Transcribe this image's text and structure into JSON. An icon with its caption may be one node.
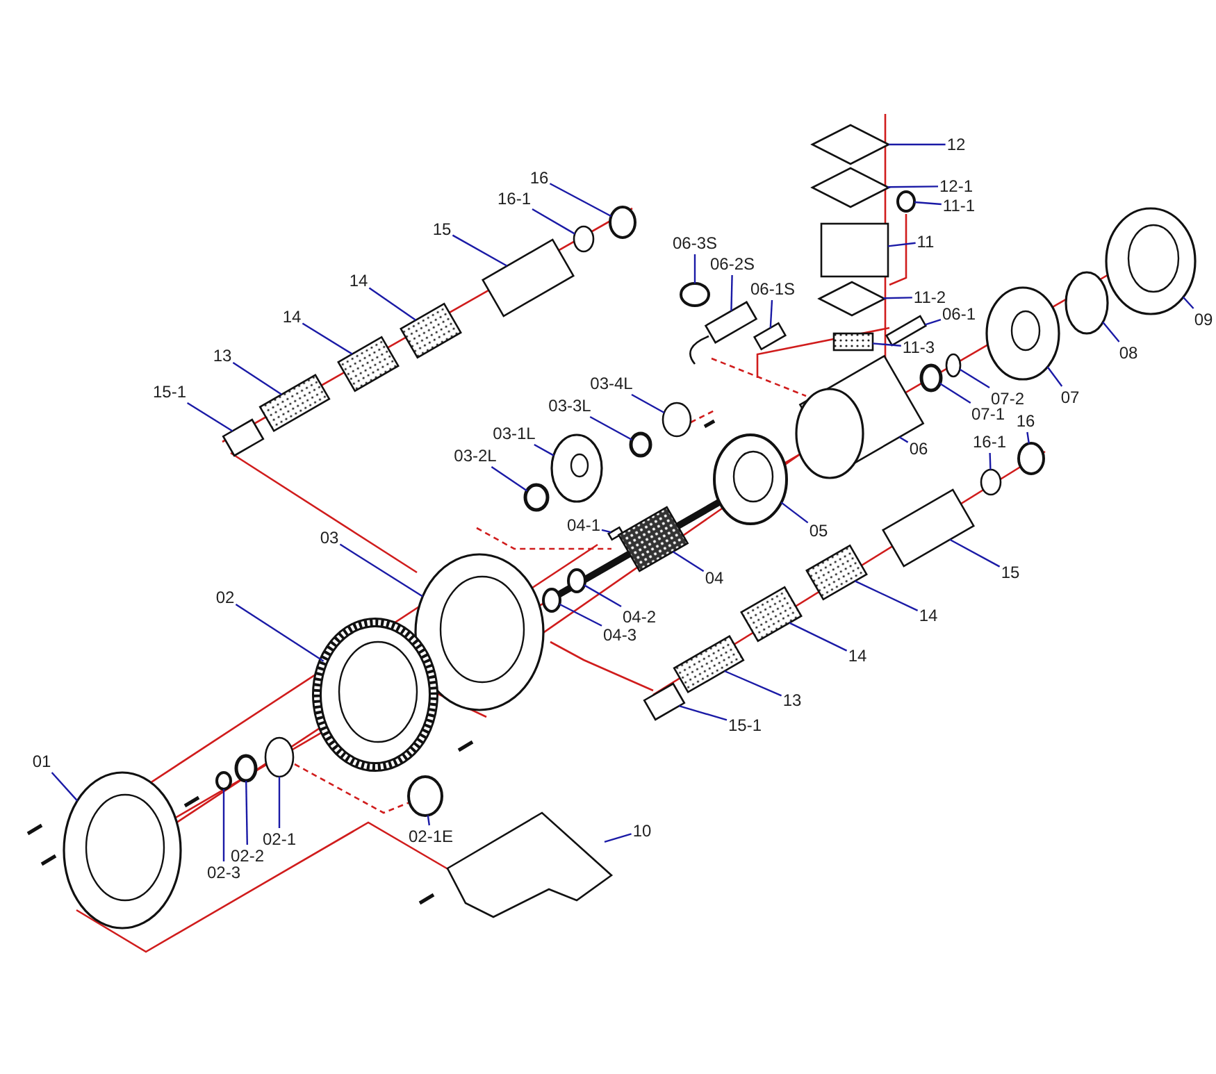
{
  "diagram": {
    "nodes": [
      {
        "text": [
          "12"
        ]
      },
      {
        "text": [
          "16"
        ]
      },
      {
        "text": [
          "12-1"
        ]
      },
      {
        "text": [
          "16-1"
        ]
      },
      {
        "text": [
          "11-1"
        ]
      },
      {
        "text": [
          "15"
        ]
      },
      {
        "text": [
          "11"
        ]
      },
      {
        "text": [
          "06-3S"
        ]
      },
      {
        "text": [
          "06-2S"
        ]
      },
      {
        "text": [
          "14"
        ]
      },
      {
        "text": [
          "06-1S"
        ]
      },
      {
        "text": [
          "09"
        ]
      },
      {
        "text": [
          "11-2"
        ]
      },
      {
        "text": [
          "14"
        ]
      },
      {
        "text": [
          "06-1"
        ]
      },
      {
        "text": [
          "08"
        ]
      },
      {
        "text": [
          "11-3"
        ]
      },
      {
        "text": [
          "13"
        ]
      },
      {
        "text": [
          "07"
        ]
      },
      {
        "text": [
          "03-4L"
        ]
      },
      {
        "text": [
          "15-1"
        ]
      },
      {
        "text": [
          "07-2"
        ]
      },
      {
        "text": [
          "03-3L"
        ]
      },
      {
        "text": [
          "07-1"
        ]
      },
      {
        "text": [
          "16"
        ]
      },
      {
        "text": [
          "03-1L"
        ]
      },
      {
        "text": [
          "16-1"
        ]
      },
      {
        "text": [
          "06"
        ]
      },
      {
        "text": [
          "03-2L"
        ]
      },
      {
        "text": [
          "04-1"
        ]
      },
      {
        "text": [
          "05"
        ]
      },
      {
        "text": [
          "03"
        ]
      },
      {
        "text": [
          "15"
        ]
      },
      {
        "text": [
          "04"
        ]
      },
      {
        "text": [
          "02"
        ]
      },
      {
        "text": [
          "04-2"
        ]
      },
      {
        "text": [
          "14"
        ]
      },
      {
        "text": [
          "04-3"
        ]
      },
      {
        "text": [
          "14"
        ]
      },
      {
        "text": [
          "13"
        ]
      },
      {
        "text": [
          "15-1"
        ]
      },
      {
        "text": [
          "01"
        ]
      },
      {
        "text": [
          "02-1E"
        ]
      },
      {
        "text": [
          "02-1"
        ]
      },
      {
        "text": [
          "10"
        ]
      },
      {
        "text": [
          "02-2"
        ]
      },
      {
        "text": [
          "02-3"
        ]
      },
      {
        "text": [],
        "shape": "diamond"
      },
      {
        "text": [],
        "shape": "circle"
      },
      {
        "text": [],
        "shape": "diamond"
      },
      {
        "text": [],
        "shape": "circle"
      },
      {
        "text": [],
        "shape": "circle"
      },
      {
        "text": [],
        "shape": "box"
      },
      {
        "text": [],
        "shape": "box"
      },
      {
        "text": [],
        "shape": "circle"
      },
      {
        "text": [],
        "shape": "box"
      },
      {
        "text": [],
        "shape": "box"
      },
      {
        "text": [],
        "shape": "box"
      },
      {
        "text": [],
        "shape": "circle"
      },
      {
        "text": [],
        "shape": "diamond"
      },
      {
        "text": [],
        "shape": "box"
      },
      {
        "text": [],
        "shape": "box"
      },
      {
        "text": [],
        "shape": "circle"
      },
      {
        "text": [],
        "shape": "box"
      },
      {
        "text": [],
        "shape": "box"
      },
      {
        "text": [],
        "shape": "circle"
      },
      {
        "text": [],
        "shape": "circle"
      },
      {
        "text": [],
        "shape": "box"
      },
      {
        "text": [],
        "shape": "circle"
      },
      {
        "text": [],
        "shape": "circle"
      },
      {
        "text": [],
        "shape": "circle"
      },
      {
        "text": [],
        "shape": "circle"
      },
      {
        "text": [],
        "shape": "circle"
      },
      {
        "text": [],
        "shape": "circle"
      },
      {
        "text": [],
        "shape": "box"
      },
      {
        "text": [],
        "shape": "circle"
      },
      {
        "text": [],
        "shape": "box"
      },
      {
        "text": [],
        "shape": "circle"
      },
      {
        "text": [],
        "shape": "circle"
      },
      {
        "text": [],
        "shape": "box"
      },
      {
        "text": [],
        "shape": "box"
      },
      {
        "text": [],
        "shape": "circle"
      },
      {
        "text": [],
        "shape": "circle"
      },
      {
        "text": [],
        "shape": "box"
      },
      {
        "text": [],
        "shape": "circle"
      },
      {
        "text": [],
        "shape": "box"
      },
      {
        "text": [],
        "shape": "box"
      },
      {
        "text": [],
        "shape": "box"
      },
      {
        "text": [],
        "shape": "circle"
      },
      {
        "text": [],
        "shape": "circle"
      },
      {
        "text": [],
        "shape": "circle"
      },
      {
        "text": [],
        "shape": "box"
      },
      {
        "text": [],
        "shape": "circle"
      },
      {
        "text": [],
        "shape": "circle"
      }
    ],
    "edges": [
      {
        "from": 0,
        "to": 47,
        "arrow": "none"
      },
      {
        "from": 1,
        "to": 48,
        "arrow": "none"
      },
      {
        "from": 2,
        "to": 49,
        "arrow": "none"
      },
      {
        "from": 3,
        "to": 50,
        "arrow": "none"
      },
      {
        "from": 4,
        "to": 51,
        "arrow": "none"
      },
      {
        "from": 5,
        "to": 52,
        "arrow": "none"
      },
      {
        "from": 6,
        "to": 53,
        "arrow": "none"
      },
      {
        "from": 7,
        "to": 54,
        "arrow": "none"
      },
      {
        "from": 8,
        "to": 55,
        "arrow": "none"
      },
      {
        "from": 9,
        "to": 56,
        "arrow": "none"
      },
      {
        "from": 10,
        "to": 57,
        "arrow": "none"
      },
      {
        "from": 11,
        "to": 58,
        "arrow": "none"
      },
      {
        "from": 12,
        "to": 59,
        "arrow": "none"
      },
      {
        "from": 13,
        "to": 60,
        "arrow": "none"
      },
      {
        "from": 14,
        "to": 61,
        "arrow": "none"
      },
      {
        "from": 15,
        "to": 62,
        "arrow": "none"
      },
      {
        "from": 16,
        "to": 63,
        "arrow": "none"
      },
      {
        "from": 17,
        "to": 64,
        "arrow": "none"
      },
      {
        "from": 18,
        "to": 65,
        "arrow": "none"
      },
      {
        "from": 19,
        "to": 66,
        "arrow": "none"
      },
      {
        "from": 20,
        "to": 67,
        "arrow": "none"
      },
      {
        "from": 21,
        "to": 68,
        "arrow": "none"
      },
      {
        "from": 22,
        "to": 69,
        "arrow": "none"
      },
      {
        "from": 23,
        "to": 70,
        "arrow": "none"
      },
      {
        "from": 24,
        "to": 71,
        "arrow": "none"
      },
      {
        "from": 25,
        "to": 72,
        "arrow": "none"
      },
      {
        "from": 26,
        "to": 73,
        "arrow": "none"
      },
      {
        "from": 27,
        "to": 74,
        "arrow": "none"
      },
      {
        "from": 28,
        "to": 75,
        "arrow": "none"
      },
      {
        "from": 29,
        "to": 76,
        "arrow": "none"
      },
      {
        "from": 30,
        "to": 77,
        "arrow": "none"
      },
      {
        "from": 31,
        "to": 78,
        "arrow": "none"
      },
      {
        "from": 32,
        "to": 79,
        "arrow": "none"
      },
      {
        "from": 33,
        "to": 80,
        "arrow": "none"
      },
      {
        "from": 34,
        "to": 81,
        "arrow": "none"
      },
      {
        "from": 35,
        "to": 82,
        "arrow": "none"
      },
      {
        "from": 36,
        "to": 83,
        "arrow": "none"
      },
      {
        "from": 37,
        "to": 84,
        "arrow": "none"
      },
      {
        "from": 38,
        "to": 85,
        "arrow": "none"
      },
      {
        "from": 39,
        "to": 86,
        "arrow": "none"
      },
      {
        "from": 40,
        "to": 87,
        "arrow": "none"
      },
      {
        "from": 41,
        "to": 88,
        "arrow": "none"
      },
      {
        "from": 42,
        "to": 89,
        "arrow": "none"
      },
      {
        "from": 43,
        "to": 90,
        "arrow": "none"
      },
      {
        "from": 44,
        "to": 91,
        "arrow": "none"
      },
      {
        "from": 45,
        "to": 92,
        "arrow": "none"
      },
      {
        "from": 46,
        "to": 93,
        "arrow": "none"
      }
    ]
  }
}
